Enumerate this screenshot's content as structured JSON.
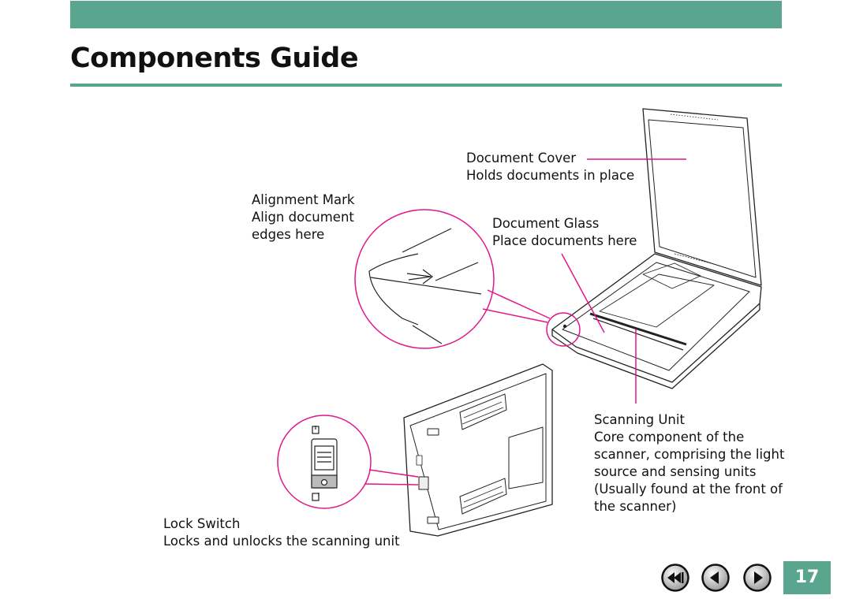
{
  "page": {
    "title": "Components Guide",
    "page_number": "17",
    "accent_color": "#5aa58e",
    "callout_color": "#e0168a"
  },
  "callouts": {
    "document_cover": {
      "name": "Document Cover",
      "desc": "Holds documents in place"
    },
    "alignment_mark": {
      "name": "Alignment Mark",
      "desc_lines": [
        "Align document",
        "edges here"
      ]
    },
    "document_glass": {
      "name": "Document Glass",
      "desc": "Place documents here"
    },
    "scanning_unit": {
      "name": "Scanning Unit",
      "desc_lines": [
        "Core component of the",
        "scanner, comprising the light",
        "source and sensing units",
        "(Usually found at the front of",
        "the scanner)"
      ]
    },
    "lock_switch": {
      "name": "Lock Switch",
      "desc": "Locks and unlocks the scanning unit"
    }
  },
  "navigation": {
    "first_page_icon": "double-left-arrow-icon",
    "prev_page_icon": "left-arrow-icon",
    "next_page_icon": "right-arrow-icon"
  }
}
